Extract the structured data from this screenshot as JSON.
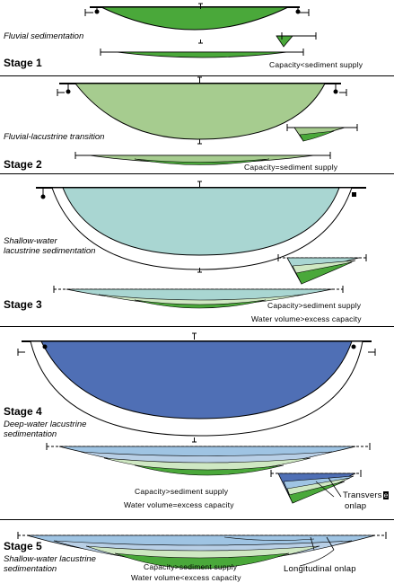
{
  "colors": {
    "fluvial_green": "#4aa83a",
    "light_green": "#a6cc8f",
    "lake_cyan": "#a9d6d2",
    "deep_blue": "#4f6fb5",
    "pale_green": "#cfe8c3",
    "pale_blue": "#b8cfe6",
    "light_blue": "#9fc4e3"
  },
  "stages": [
    {
      "label": "Stage 1",
      "process": "Fluvial sedimentation",
      "notes": [
        "Capacity<sediment supply"
      ]
    },
    {
      "label": "Stage 2",
      "process": "Fluvial-lacustrine transition",
      "notes": [
        "Capacity=sediment supply"
      ]
    },
    {
      "label": "Stage 3",
      "process_lines": [
        "Shallow-water",
        "lacustrine sedimentation"
      ],
      "notes": [
        "Capacity>sediment supply",
        "Water volume>excess capacity"
      ]
    },
    {
      "label": "Stage 4",
      "process_lines": [
        "Deep-water lacustrine",
        "sedimentation"
      ],
      "notes": [
        "Capacity>sediment supply",
        "Water volume=excess capacity"
      ],
      "annotations": {
        "transverse": "Transvers",
        "transverse_badge": "e",
        "transverse_line2": "onlap"
      }
    },
    {
      "label": "Stage 5",
      "process_lines": [
        "Shallow-water lacustrine",
        "sedimentation"
      ],
      "notes": [
        "Capacity>sediment supply",
        "Water volume<excess capacity"
      ],
      "annotations": {
        "longitudinal": "Longitudinal onlap"
      }
    }
  ]
}
